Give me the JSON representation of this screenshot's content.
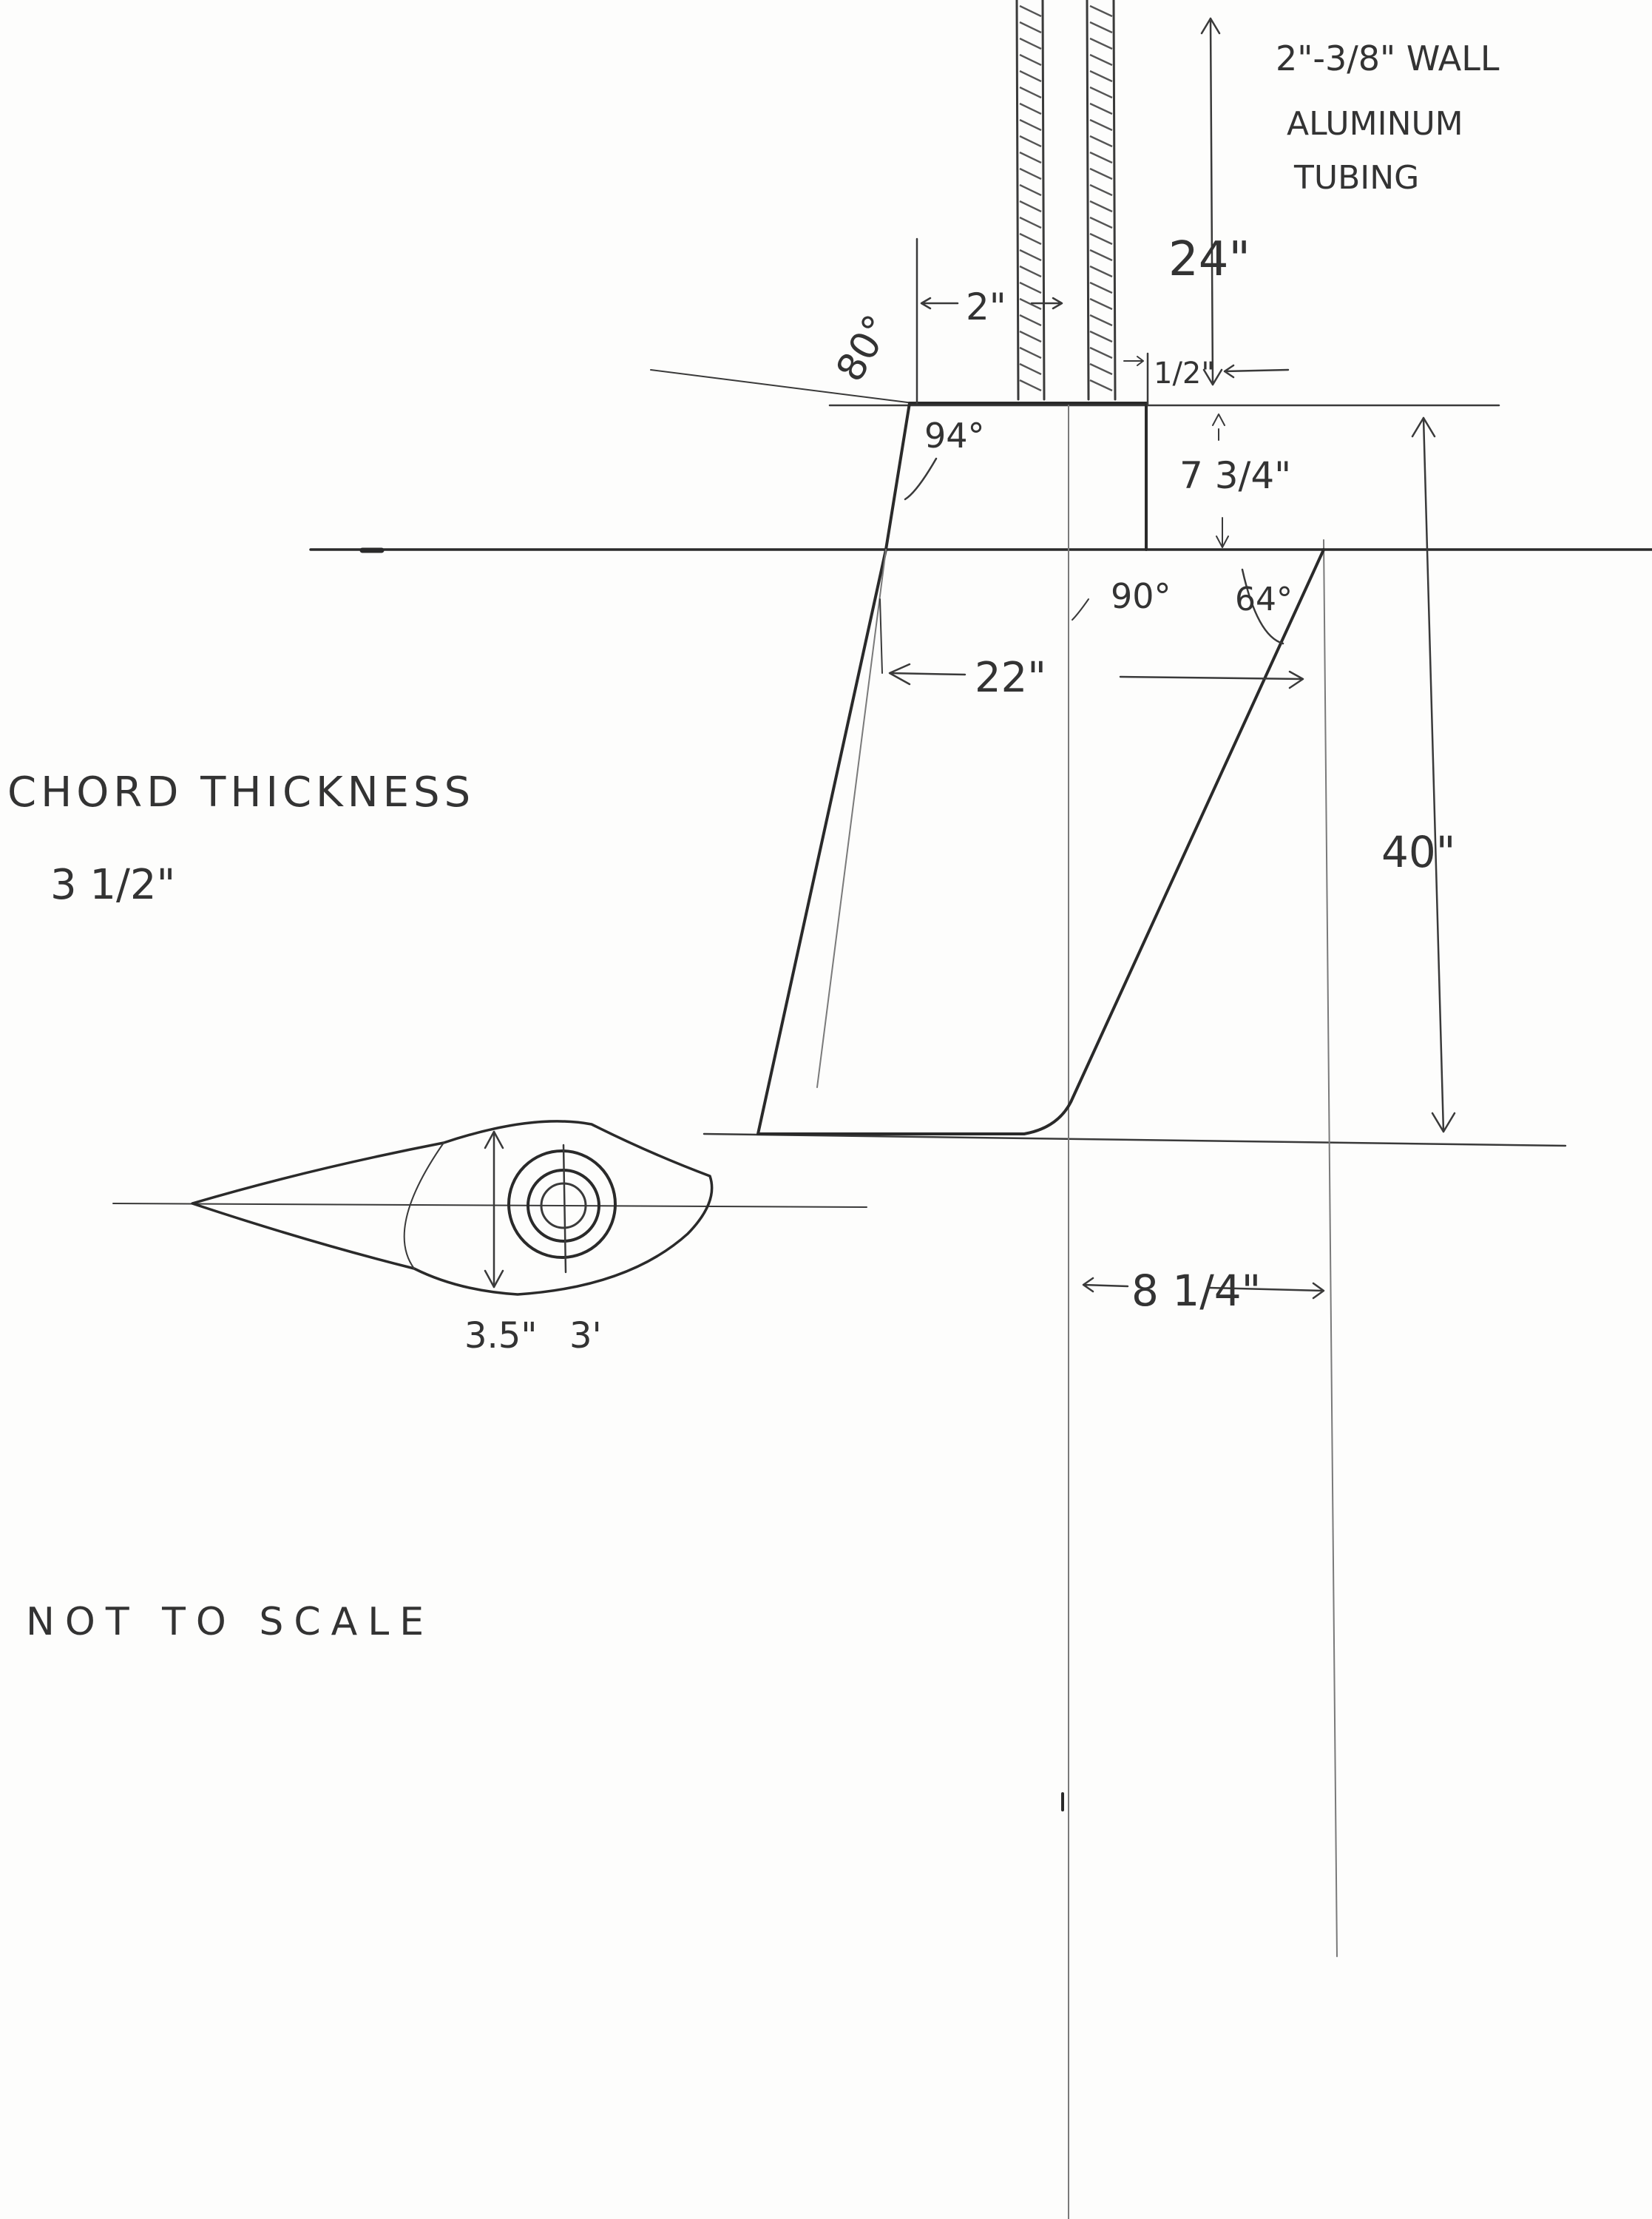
{
  "labels": {
    "tubing_size": "2\"-3/8\" WALL",
    "tubing_material": "ALUMINUM",
    "tubing_word": "TUBING",
    "shaft_length": "24\"",
    "angle_top_left": "80°",
    "tube_width": "2\"",
    "offset_half": "1/2\"",
    "angle_94": "94°",
    "top_depth": "7 3/4\"",
    "angle_90": "90°",
    "angle_64": "64°",
    "chord_width": "22\"",
    "blade_height": "40\"",
    "chord_thickness_title": "CHORD THICKNESS",
    "chord_thickness_value": "3 1/2\"",
    "section_width_1": "3.5\"",
    "section_width_2": "3'",
    "aft_offset": "8 1/4\"",
    "note": "NOT TO SCALE"
  },
  "colors": {
    "paper": "#fdfdfc",
    "pencil": "#3a3a3a"
  }
}
